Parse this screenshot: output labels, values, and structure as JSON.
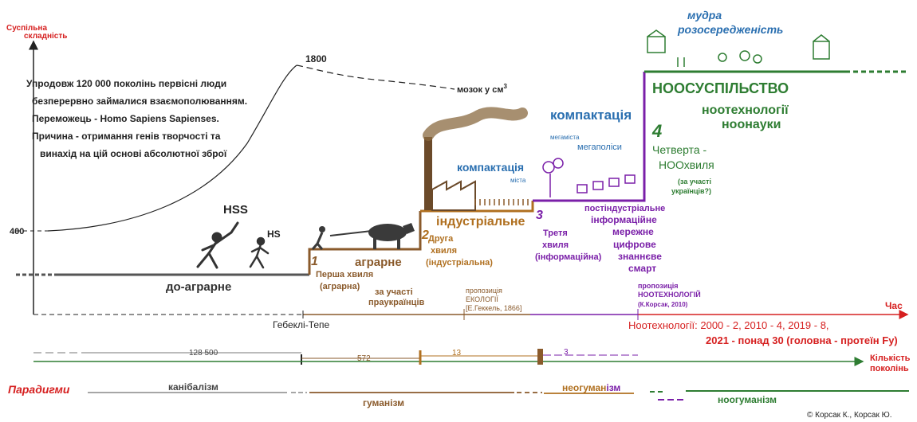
{
  "axes": {
    "y_label_line1": "Суспільна",
    "y_label_line2": "складність",
    "y_tick": "400",
    "x_label": "Час",
    "x_tick": "Гебеклі-Тепе",
    "generations_label_line1": "Кількість",
    "generations_label_line2": "поколінь"
  },
  "brain": {
    "peak_label": "1800",
    "label": "мозок у см",
    "label_sup": "3"
  },
  "intro_text": [
    "Упродовж 120 000 поколінь первісні люди",
    "безперервно займалися взаємополюванням.",
    "Переможець - Homo Sapiens Sapienses.",
    "Причина - отримання генів творчості та",
    "винахід на цій основі абсолютної зброї"
  ],
  "hominids": {
    "hss": "HSS",
    "hs": "HS"
  },
  "stages": {
    "pre_agrarian": "до-аграрне",
    "agrarian": "аграрне",
    "industrial": "індустріальне",
    "postindustrial": [
      "постіндустріальне",
      "інформаційне",
      "мережне",
      "цифрове",
      "знаннєве",
      "смарт"
    ],
    "noosociety": "НООСУСПІЛЬСТВО",
    "nootech": [
      "ноотехнології",
      "ноонауки"
    ]
  },
  "waves": {
    "first_num": "1",
    "first": [
      "Перша хвиля",
      "(аграрна)"
    ],
    "proto_ukr": [
      "за участі",
      "праукраїнців"
    ],
    "second_num": "2",
    "second": [
      "Друга",
      "хвиля",
      "(індустріальна)"
    ],
    "third_num": "3",
    "third": [
      "Третя",
      "хвиля",
      "(інформаційна)"
    ],
    "fourth_num": "4",
    "fourth": [
      "Четверта -",
      "НООхвиля"
    ],
    "fourth_note": [
      "(за участі",
      "українців?)"
    ]
  },
  "compaction": {
    "c1": "компактація",
    "c1_sub": "міста",
    "c2": "компактація",
    "c2_sub1": "мегаміста",
    "c2_sub2": "мегаполіси",
    "wise": [
      "мудра",
      "розосередженість"
    ]
  },
  "proposals": {
    "ecology": [
      "пропозиція",
      "ЕКОЛОГІЇ",
      "[Е.Геккель, 1866]"
    ],
    "nootech": [
      "пропозиція",
      "НООТЕХНОЛОГІЙ",
      "(К.Корсак, 2010)"
    ]
  },
  "nootech_stats": [
    "Ноотехнології:  2000 - 2, 2010 - 4, 2019 - 8,",
    "2021 - понад 30 (головна - протеїн Fy)"
  ],
  "generations": {
    "g1": "128 500",
    "g2": "572",
    "g3": "13",
    "g4": "3"
  },
  "paradigms": {
    "label": "Парадигми",
    "cannibalism": "канібалізм",
    "humanism": "гуманізм",
    "neohumanism_a": "неогуман",
    "neohumanism_b": "ізм",
    "noohumanism": "ноогуманізм"
  },
  "copyright": "© Корсак К., Корсак Ю.",
  "colors": {
    "agrarian": "#8a5a2b",
    "industrial": "#b07020",
    "info": "#7a1fa8",
    "noo": "#2e7d32",
    "compaction": "#2a6fb0",
    "accent_red": "#d62020",
    "dark": "#222222"
  }
}
